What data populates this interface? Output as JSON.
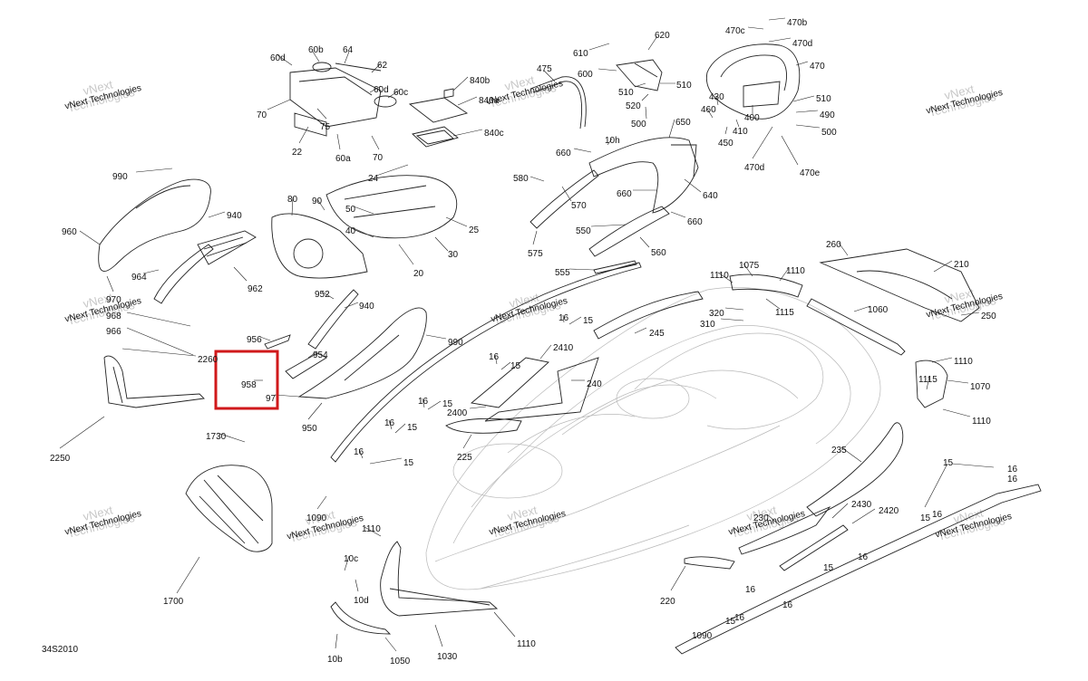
{
  "figure_code": "34S2010",
  "watermark": {
    "line1": "vNext",
    "line2": "Technologies",
    "line3": "vNext Technologies"
  },
  "highlight": {
    "label": "958",
    "color": "#d0191b"
  },
  "labels": [
    "60d",
    "60b",
    "64",
    "62",
    "60d",
    "60c",
    "70",
    "75",
    "22",
    "60a",
    "70",
    "840b",
    "840a",
    "840c",
    "475",
    "610",
    "620",
    "600",
    "510",
    "520",
    "500",
    "510",
    "650",
    "470c",
    "470b",
    "470d",
    "470",
    "430",
    "460",
    "400",
    "410",
    "450",
    "470d",
    "470e",
    "510",
    "490",
    "500",
    "990",
    "940",
    "960",
    "964",
    "962",
    "970",
    "968",
    "966",
    "80",
    "90",
    "24",
    "50",
    "40",
    "25",
    "30",
    "20",
    "10h",
    "660",
    "580",
    "570",
    "660",
    "640",
    "660",
    "550",
    "560",
    "575",
    "555",
    "952",
    "940",
    "956",
    "954",
    "958",
    "97",
    "990",
    "950",
    "2260",
    "2250",
    "16",
    "15",
    "16",
    "15",
    "2410",
    "240",
    "16",
    "15",
    "2400",
    "16",
    "15",
    "16",
    "15",
    "225",
    "245",
    "260",
    "210",
    "250",
    "1110",
    "1075",
    "1110",
    "320",
    "1115",
    "310",
    "1060",
    "1110",
    "1115",
    "1070",
    "1110",
    "1730",
    "1700",
    "1090",
    "1110",
    "10c",
    "10d",
    "10b",
    "1050",
    "1030",
    "1110",
    "235",
    "230",
    "2430",
    "2420",
    "220",
    "15",
    "16",
    "16",
    "15",
    "16",
    "15",
    "16",
    "16",
    "16",
    "15",
    "16",
    "1090"
  ]
}
